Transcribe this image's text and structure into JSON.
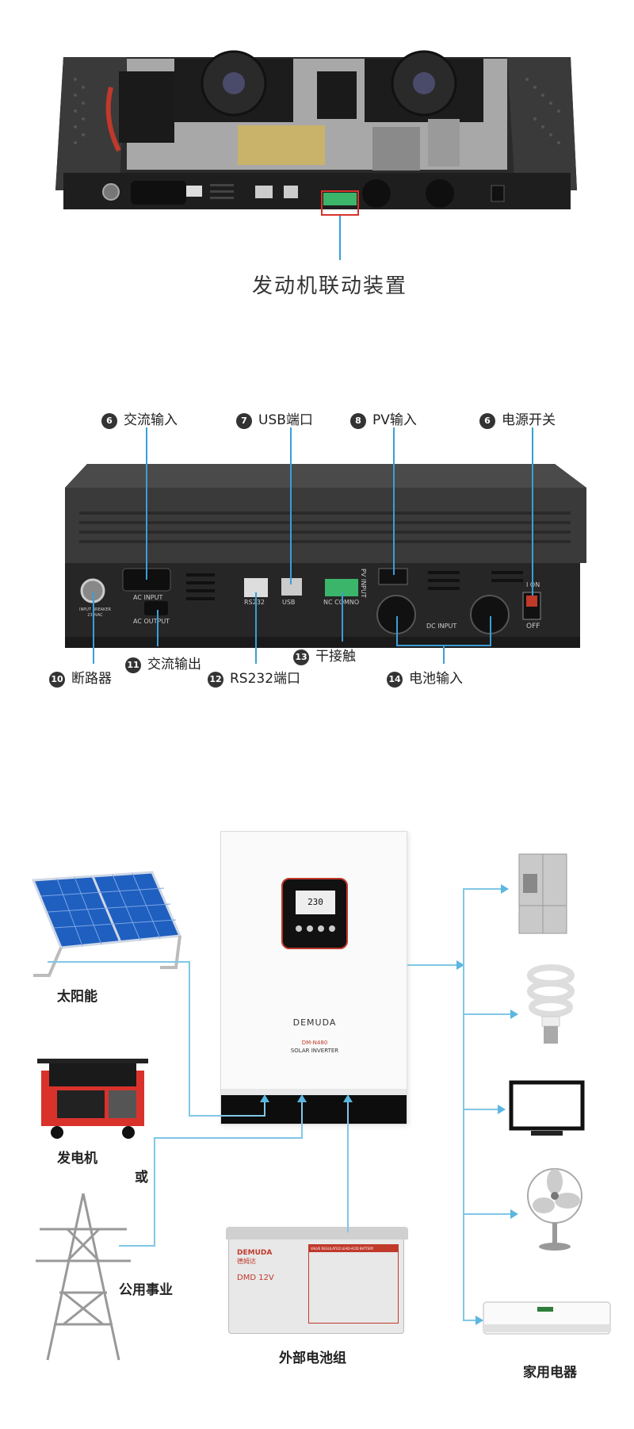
{
  "section1": {
    "caption": "发动机联动装置"
  },
  "section2": {
    "top_labels": [
      {
        "num": "6",
        "text": "交流输入"
      },
      {
        "num": "7",
        "text": "USB端口"
      },
      {
        "num": "8",
        "text": "PV输入"
      },
      {
        "num": "6",
        "text": "电源开关"
      }
    ],
    "bottom_labels": [
      {
        "num": "11",
        "text": "交流输出"
      },
      {
        "num": "10",
        "text": "断路器"
      },
      {
        "num": "12",
        "text": "RS232端口"
      },
      {
        "num": "13",
        "text": "干接触"
      },
      {
        "num": "14",
        "text": "电池输入"
      }
    ],
    "panel_text": {
      "ac_input": "AC INPUT",
      "ac_output": "AC OUTPUT",
      "rs232": "RS232",
      "usb": "USB",
      "ncomno": "NC COMNO",
      "pv_input": "PV INPUT",
      "dc_input": "DC INPUT",
      "on": "I ON",
      "off": "OFF",
      "breaker": "INPUT BREAKER 230VAC"
    }
  },
  "section3": {
    "sources": {
      "solar": "太阳能",
      "generator": "发电机",
      "or": "或",
      "utility": "公用事业",
      "battery": "外部电池组",
      "appliances": "家用电器"
    },
    "inverter": {
      "brand": "DEMUDA",
      "model": "DM-N480",
      "subtitle": "SOLAR INVERTER",
      "screen_text": "230"
    },
    "battery_label": {
      "brand": "DEMUDA",
      "brand_cn": "德姆达",
      "model": "DMD 12V",
      "header": "VALVE REGULATED LEAD-ACID BATTERY"
    }
  },
  "colors": {
    "line_blue": "#3a9ed9",
    "connector_green": "#3bb56a",
    "highlight_red": "#d9322b"
  }
}
